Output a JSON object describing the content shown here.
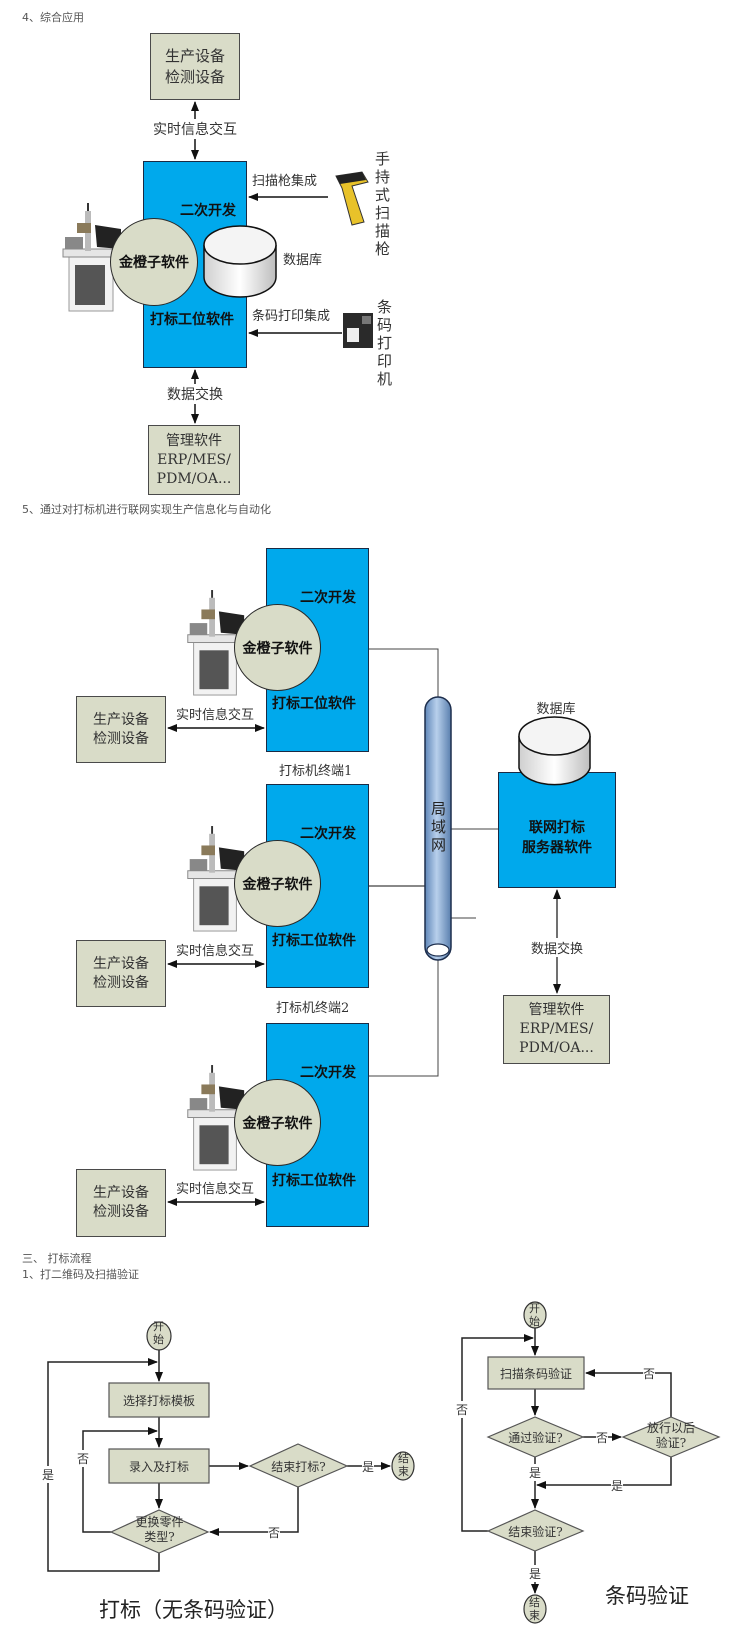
{
  "colors": {
    "software_blue": "#00a9ec",
    "box_green": "#d9dcc8",
    "lan_blue": "#8fb4dc"
  },
  "section4": {
    "heading": "4、综合应用",
    "device_box": [
      "生产设备",
      "检测设备"
    ],
    "realtime_label": "实时信息交互",
    "secondary_dev": "二次开发",
    "software_circle": "金橙子软件",
    "database": "数据库",
    "station_software": "打标工位软件",
    "scanner_integration": "扫描枪集成",
    "scanner_name": "手持式扫描枪",
    "printer_integration": "条码打印集成",
    "printer_name": "条码打印机",
    "data_exchange": "数据交换",
    "mgmt_box": [
      "管理软件",
      "ERP/MES/",
      "PDM/OA..."
    ]
  },
  "section5": {
    "heading": "5、通过对打标机进行联网实现生产信息化与自动化",
    "secondary_dev": "二次开发",
    "software_circle": "金橙子软件",
    "station_software": "打标工位软件",
    "device_box": [
      "生产设备",
      "检测设备"
    ],
    "realtime_label": "实时信息交互",
    "terminal_labels": [
      "打标机终端1",
      "打标机终端2"
    ],
    "lan": "局域网",
    "database": "数据库",
    "server": [
      "联网打标",
      "服务器软件"
    ],
    "data_exchange": "数据交换",
    "mgmt_box": [
      "管理软件",
      "ERP/MES/",
      "PDM/OA..."
    ]
  },
  "section3": {
    "heading": "三、 打标流程",
    "subheading": "1、打二维码及扫描验证"
  },
  "flow_marking": {
    "start": "开始",
    "select_template": "选择打标模板",
    "input_mark": "录入及打标",
    "end_marking_q": "结束打标?",
    "change_part_q": [
      "更换零件",
      "类型?"
    ],
    "end": "结束",
    "yes": "是",
    "no": "否",
    "caption": "打标（无条码验证）"
  },
  "flow_verify": {
    "start": "开始",
    "scan_verify": "扫描条码验证",
    "pass_q": "通过验证?",
    "release_q": [
      "放行以后",
      "验证?"
    ],
    "end_verify_q": "结束验证?",
    "end": "结束",
    "yes": "是",
    "no": "否",
    "caption": "条码验证"
  }
}
